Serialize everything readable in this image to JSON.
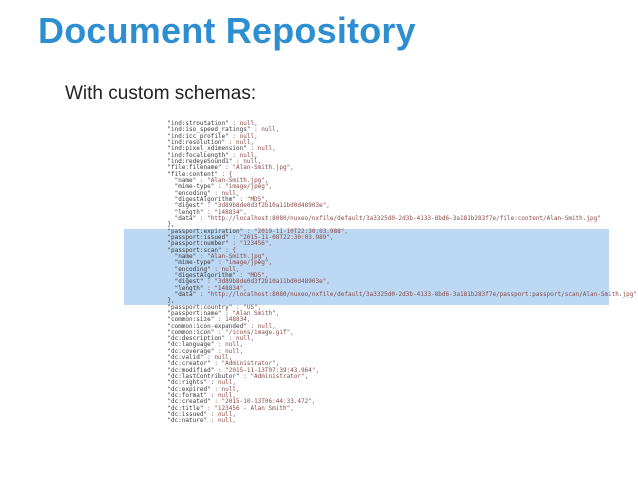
{
  "slide": {
    "title": "Document Repository",
    "subtitle": "With custom schemas:"
  },
  "screenshot": {
    "lines": [
      {
        "key": "\"ind:stroutation\"",
        "val": " : null,",
        "sel": false
      },
      {
        "key": "\"ind:iso_speed_ratings\"",
        "val": " : null,",
        "sel": false
      },
      {
        "key": "\"ind:icc_profile\"",
        "val": " : null,",
        "sel": false
      },
      {
        "key": "\"ind:resolution\"",
        "val": " : null,",
        "sel": false
      },
      {
        "key": "\"ind:pixel_xdimension\"",
        "val": " : null,",
        "sel": false
      },
      {
        "key": "\"ind:focalLength\"",
        "val": " : null,",
        "sel": false
      },
      {
        "key": "\"ind:redeyeSound1\"",
        "val": " : null,",
        "sel": false
      },
      {
        "key": "\"file:filename\"",
        "val": " : \"Alan-Smith.jpg\",",
        "sel": false
      },
      {
        "key": "\"file:content\"",
        "val": " : {",
        "sel": false
      },
      {
        "key": "  \"name\"",
        "val": " : \"Alan-Smith.jpg\",",
        "sel": false
      },
      {
        "key": "  \"mime-type\"",
        "val": " : \"image/jpeg\",",
        "sel": false
      },
      {
        "key": "  \"encoding\"",
        "val": " : null,",
        "sel": false
      },
      {
        "key": "  \"digestAlgorithm\"",
        "val": " : \"MD5\",",
        "sel": false
      },
      {
        "key": "  \"digest\"",
        "val": " : \"3d89b8de0d3f2b10a11bd0d48903e\",",
        "sel": false
      },
      {
        "key": "  \"length\"",
        "val": " : \"148834\",",
        "sel": false
      },
      {
        "key": "  \"data\"",
        "val": " : \"http://localhost:8080/nuxeo/nxfile/default/3a3325d0-2d3b-4133-8bd6-3a181b283f7e/file:content/Alan-Smith.jpg\"",
        "sel": false
      },
      {
        "key": "},",
        "val": "",
        "sel": false
      },
      {
        "key": "\"passport:expiration\"",
        "val": " : \"2019-11-10T22:30:03.988\",",
        "sel": true
      },
      {
        "key": "\"passport:issued\"",
        "val": " : \"2015-11-08T22:30:03.989\",",
        "sel": true
      },
      {
        "key": "\"passport:number\"",
        "val": " : \"123456\",",
        "sel": true
      },
      {
        "key": "\"passport:scan\"",
        "val": " : {",
        "sel": true
      },
      {
        "key": "  \"name\"",
        "val": " : \"Alan-Smith.jpg\",",
        "sel": true
      },
      {
        "key": "  \"mime-type\"",
        "val": " : \"image/jpeg\",",
        "sel": true
      },
      {
        "key": "  \"encoding\"",
        "val": " : null,",
        "sel": true
      },
      {
        "key": "  \"digestAlgorithm\"",
        "val": " : \"MD5\",",
        "sel": true
      },
      {
        "key": "  \"digest\"",
        "val": " : \"3d89b8de0d3f2b10a11bd0d48903e\",",
        "sel": true
      },
      {
        "key": "  \"length\"",
        "val": " : \"148834\",",
        "sel": true
      },
      {
        "key": "  \"data\"",
        "val": " : \"http://localhost:8080/nuxeo/nxfile/default/3a3325d0-2d3b-4133-8bd6-3a181b283f7e/passport:passport/scan/Alan-Smith.jpg\"",
        "sel": true
      },
      {
        "key": "},",
        "val": "",
        "sel": true
      },
      {
        "key": "\"passport:country\"",
        "val": " : \"US\",",
        "sel": false
      },
      {
        "key": "\"passport:name\"",
        "val": " : \"Alan Smith\",",
        "sel": false
      },
      {
        "key": "\"common:size\"",
        "val": " : 148834,",
        "sel": false
      },
      {
        "key": "\"common:icon-expanded\"",
        "val": " : null,",
        "sel": false
      },
      {
        "key": "\"common:icon\"",
        "val": " : \"/icons/image.gif\",",
        "sel": false
      },
      {
        "key": "\"dc:description\"",
        "val": " : null,",
        "sel": false
      },
      {
        "key": "\"dc:language\"",
        "val": " : null,",
        "sel": false
      },
      {
        "key": "\"dc:coverage\"",
        "val": " : null,",
        "sel": false
      },
      {
        "key": "\"dc:valid\"",
        "val": " : null,",
        "sel": false
      },
      {
        "key": "\"dc:creator\"",
        "val": " : \"Administrator\",",
        "sel": false
      },
      {
        "key": "\"dc:modified\"",
        "val": " : \"2015-11-13T07:39:43.964\",",
        "sel": false
      },
      {
        "key": "\"dc:lastContributor\"",
        "val": " : \"Administrator\",",
        "sel": false
      },
      {
        "key": "\"dc:rights\"",
        "val": " : null,",
        "sel": false
      },
      {
        "key": "\"dc:expired\"",
        "val": " : null,",
        "sel": false
      },
      {
        "key": "\"dc:format\"",
        "val": " : null,",
        "sel": false
      },
      {
        "key": "\"dc:created\"",
        "val": " : \"2015-10-13T06:44:33.472\",",
        "sel": false
      },
      {
        "key": "\"dc:title\"",
        "val": " : \"123456 - Alan Smith\",",
        "sel": false
      },
      {
        "key": "\"dc:issued\"",
        "val": " : null,",
        "sel": false
      },
      {
        "key": "\"dc:nature\"",
        "val": " : null,",
        "sel": false
      }
    ]
  }
}
